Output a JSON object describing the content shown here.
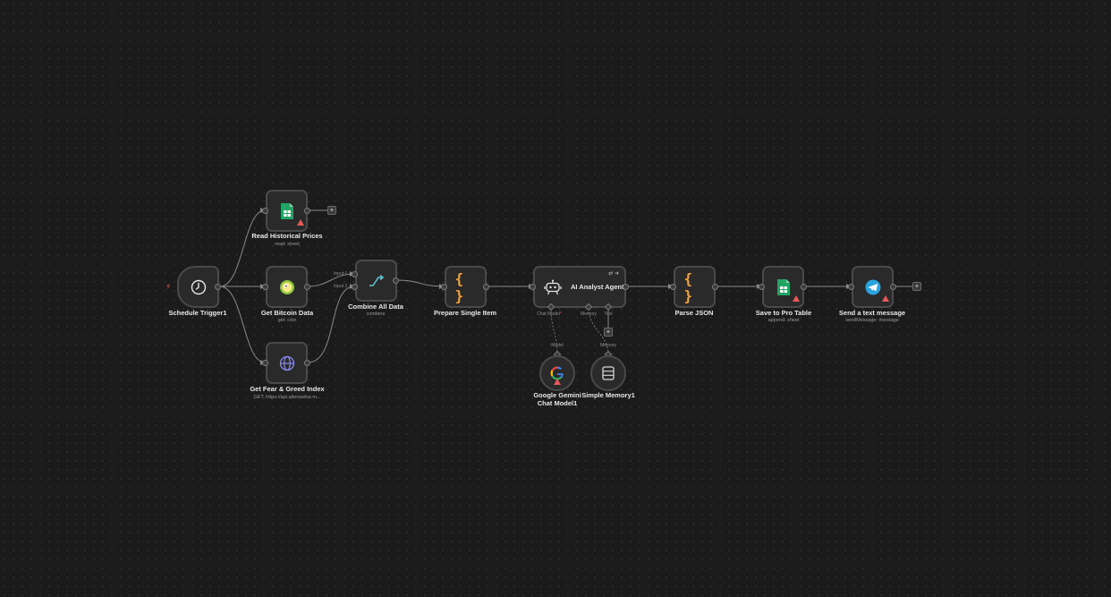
{
  "canvas": {
    "accent_color": "#e8604c",
    "edge_color": "#8a8a8a",
    "node_border": "#4a4a4a"
  },
  "nodes": {
    "schedule_trigger": {
      "title": "Schedule Trigger1",
      "icon": "clock-icon"
    },
    "read_historical": {
      "title": "Read Historical Prices",
      "subtitle": "read: sheet",
      "icon": "google-sheets-icon",
      "warning": true
    },
    "get_bitcoin": {
      "title": "Get Bitcoin Data",
      "subtitle": "get: coin",
      "icon": "coingecko-icon"
    },
    "get_fear_greed": {
      "title": "Get Fear & Greed Index",
      "subtitle": "GET: https://api.alternative.m...",
      "icon": "globe-icon"
    },
    "combine_all": {
      "title": "Combine All Data",
      "subtitle": "combine",
      "icon": "merge-icon",
      "input1": "Input 1",
      "input2": "Input 2"
    },
    "prepare_single": {
      "title": "Prepare Single Item",
      "icon": "code-braces-icon"
    },
    "ai_agent": {
      "title": "AI Analyst Agent",
      "icon": "robot-icon",
      "port_chat_model": "Chat Model",
      "required_mark": "*",
      "port_memory": "Memory",
      "port_tool": "Tool"
    },
    "gemini": {
      "title": "Google Gemini Chat Model1",
      "icon": "google-icon",
      "port_label": "Model",
      "warning": true
    },
    "simple_memory": {
      "title": "Simple Memory1",
      "icon": "database-icon",
      "port_label": "Memory"
    },
    "parse_json": {
      "title": "Parse JSON",
      "icon": "code-braces-icon"
    },
    "save_pro_table": {
      "title": "Save to Pro Table",
      "subtitle": "append: sheet",
      "icon": "google-sheets-icon",
      "warning": true
    },
    "send_telegram": {
      "title": "Send a text message",
      "subtitle": "sendMessage: message",
      "icon": "telegram-icon",
      "warning": true
    }
  },
  "plus_symbol": "+"
}
